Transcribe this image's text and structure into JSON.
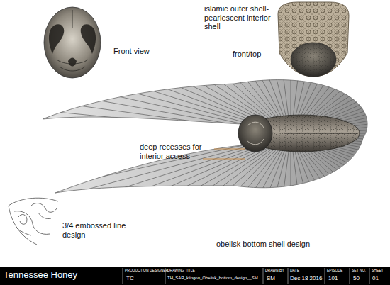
{
  "diagram": {
    "labels": [
      "Front view",
      "islamic outer shell- pearlescent interior shell",
      "front/top",
      "deep recesses for interior access",
      "3/4 embossed line design",
      "obelisk bottom shell design",
      "Tennessee Honey",
      "PRODUCTION DESIGNER",
      "TC",
      "DRAWING TITLE",
      "TH_SAR_klingon_Obelisk_bottom_design__SM",
      "DRAWN BY",
      "SM",
      "DATE",
      "Dec 18 2016",
      "EPISODE",
      "101",
      "SET NO.",
      "50",
      "SHEET",
      "01"
    ]
  }
}
